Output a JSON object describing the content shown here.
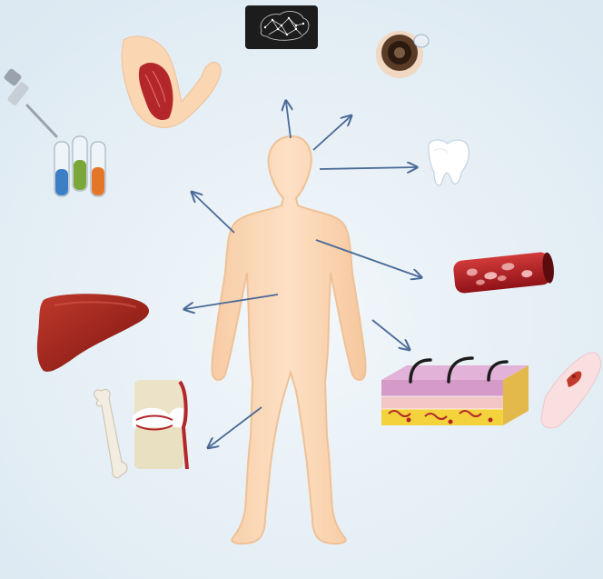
{
  "diagram": {
    "subject": "human-body",
    "palette": {
      "background": "#e6f0f6",
      "body": "#fbd6b3",
      "body_outline": "#efc197",
      "arrow": "#4a6a97",
      "muscle": "#b3262a",
      "liver": "#9c1f1c",
      "tube_blue": "#3c7fc4",
      "tube_green": "#7aa63a",
      "tube_orange": "#e4762a",
      "blood_vessel": "#b51e24",
      "skin_pink": "#d59ac8",
      "skin_yellow": "#f3d23c",
      "brain_panel": "#1c1c1c",
      "tooth": "#ffffff",
      "bone": "#f3ece0"
    },
    "targets": [
      {
        "name": "brain",
        "icon": "brain-icon"
      },
      {
        "name": "eye",
        "icon": "eye-icon"
      },
      {
        "name": "tooth",
        "icon": "tooth-icon"
      },
      {
        "name": "blood-vessel",
        "icon": "blood-vessel-icon"
      },
      {
        "name": "skin",
        "icon": "skin-icon"
      },
      {
        "name": "wound",
        "icon": "wound-icon"
      },
      {
        "name": "bone-and-cartilage",
        "icon": "bone-joint-icon"
      },
      {
        "name": "liver",
        "icon": "liver-icon"
      },
      {
        "name": "blood-samples",
        "icon": "test-tubes-icon"
      },
      {
        "name": "muscle",
        "icon": "muscle-arm-icon"
      }
    ]
  }
}
